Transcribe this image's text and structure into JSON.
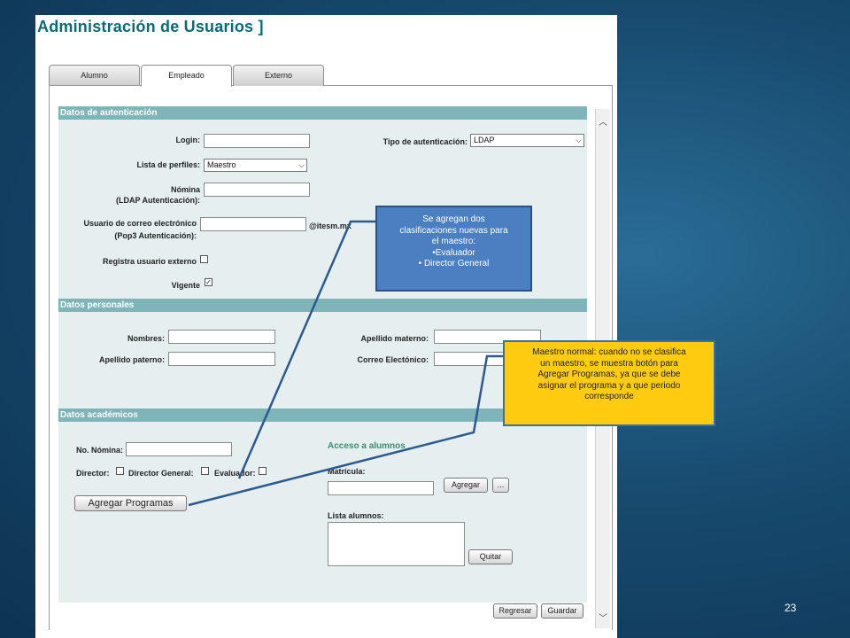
{
  "page_title": {
    "main": "Administración de",
    "accent": "Usuarios",
    "bracket": "]"
  },
  "tabs": [
    {
      "label": "Alumno"
    },
    {
      "label": "Empleado"
    },
    {
      "label": "Externo"
    }
  ],
  "auth": {
    "header": "Datos de autenticación",
    "login_label": "Login:",
    "profiles_label": "Lista de perfiles:",
    "profiles_value": "Maestro",
    "nomina_label": "Nómina",
    "nomina_sub": "(LDAP Autenticación):",
    "email_label": "Usuario de correo electrónico",
    "email_sub": "(Pop3 Autenticación):",
    "email_domain": "@itesm.mx",
    "external_label": "Registra usuario externo",
    "vigente_label": "Vigente",
    "auth_type_label": "Tipo de autenticación:",
    "auth_type_value": "LDAP"
  },
  "personal": {
    "header": "Datos personales",
    "nombres_label": "Nombres:",
    "paterno_label": "Apellido paterno:",
    "materno_label": "Apellido materno:",
    "correo_label": "Correo Electónico:"
  },
  "academic": {
    "header": "Datos académicos",
    "nomina_label": "No. Nómina:",
    "director_label": "Director:",
    "director_general_label": "Director General:",
    "evaluador_label": "Evaluador:",
    "add_programs_button": "Agregar Programas",
    "access_title": "Acceso a alumnos",
    "matricula_label": "Matrícula:",
    "add_button": "Agregar",
    "more_button": "...",
    "list_label": "Lista alumnos:",
    "remove_button": "Quitar"
  },
  "footer": {
    "reset_button": "Regresar",
    "save_button": "Guardar"
  },
  "callouts": {
    "first": [
      "Se agregan dos",
      "clasificaciones nuevas para",
      "el maestro:",
      "•Evaluador",
      "• Director General"
    ],
    "second": [
      "Maestro normal: cuando no se clasifica",
      "un maestro, se muestra botón para",
      "Agregar Programas, ya que se debe",
      "asignar el programa y a que periodo",
      "corresponde"
    ]
  },
  "slide_number": "23",
  "icons": {
    "dropdown": "chevron-down-icon",
    "scroll_up": "scroll-up-arrow-icon",
    "scroll_down": "scroll-down-arrow-icon",
    "checkmark": "check-icon"
  },
  "colors": {
    "section_header": "#7fb5b8",
    "panel": "#e6eff0",
    "callout_blue": "#4a7fc1",
    "callout_yellow": "#fdcc11",
    "title": "#0b6a7a"
  }
}
